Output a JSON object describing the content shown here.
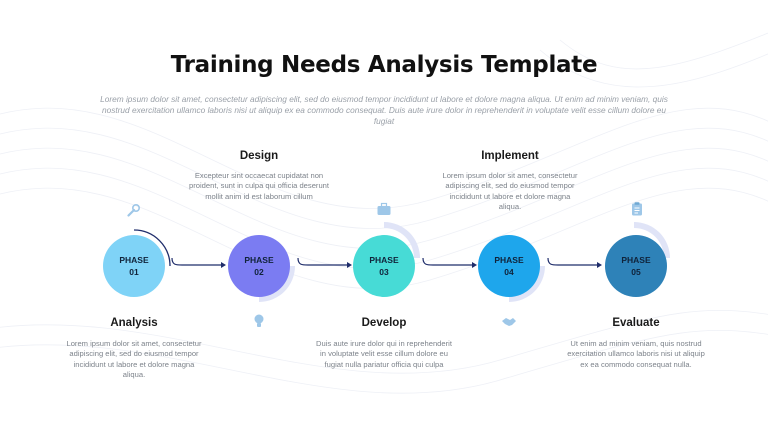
{
  "title": "Training Needs Analysis Template",
  "subtitle": "Lorem ipsum dolor sit amet, consectetur adipiscing elit, sed do eiusmod tempor incididunt ut labore et dolore magna aliqua. Ut enim ad minim veniam, quis nostrud exercitation ullamco laboris nisi ut aliquip ex ea commodo consequat. Duis aute irure dolor in reprehenderit in voluptate velit esse cillum dolore eu fugiat",
  "phases": [
    {
      "label": "PHASE",
      "number": "01",
      "name": "Analysis",
      "description": "Lorem ipsum dolor sit amet, consectetur adipiscing elit, sed do eiusmod tempor incididunt ut labore et dolore magna aliqua.",
      "color": "#7fd3f7",
      "icon": "wrench-gear-icon"
    },
    {
      "label": "PHASE",
      "number": "02",
      "name": "Design",
      "description": "Excepteur sint occaecat cupidatat non proident, sunt in culpa qui officia deserunt mollit anim id est laborum cillum",
      "color": "#7b7cf2",
      "icon": "lightbulb-icon"
    },
    {
      "label": "PHASE",
      "number": "03",
      "name": "Develop",
      "description": "Duis aute irure dolor qui in reprehenderit in voluptate velit esse cillum dolore eu fugiat nulla pariatur officia qui culpa",
      "color": "#47dbd6",
      "icon": "briefcase-icon"
    },
    {
      "label": "PHASE",
      "number": "04",
      "name": "Implement",
      "description": "Lorem ipsum dolor sit amet, consectetur adipiscing elit, sed do eiusmod tempor incididunt ut labore et dolore magna aliqua.",
      "color": "#1ea6ec",
      "icon": "handshake-icon"
    },
    {
      "label": "PHASE",
      "number": "05",
      "name": "Evaluate",
      "description": "Ut enim ad minim veniam, quis nostrud exercitation ullamco laboris nisi ut aliquip ex ea commodo consequat nulla.",
      "color": "#2e82b8",
      "icon": "clipboard-icon"
    }
  ],
  "colors": {
    "arc": "#e0e4f7",
    "connector": "#1f2d6b",
    "icon": "#9ec7e8"
  }
}
